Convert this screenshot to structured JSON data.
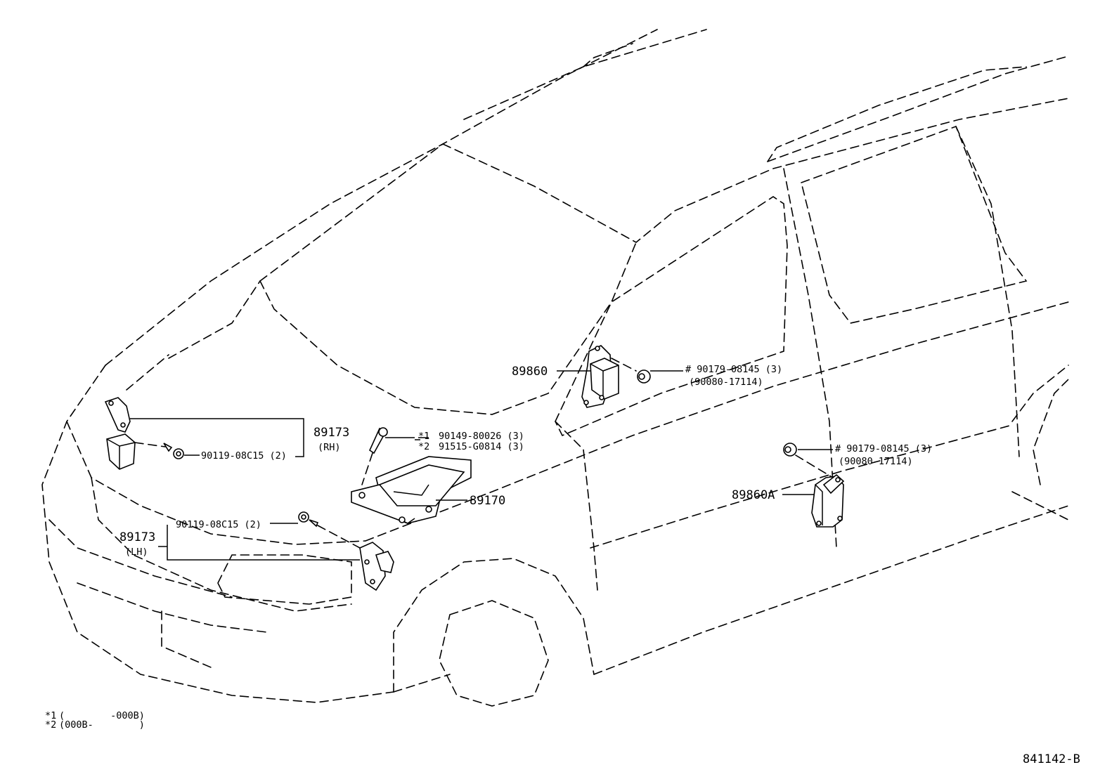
{
  "labels": {
    "p89173_rh_num": "89173",
    "p89173_rh_side": "(RH)",
    "bolt_rh": "90119-08C15 (2)",
    "star1_num": "90149-80026 (3)",
    "star1_mark": "*1",
    "star2_num": "91515-G0814 (3)",
    "star2_mark": "*2",
    "p89170": "89170",
    "bolt_lh": "90119-08C15 (2)",
    "p89173_lh_num": "89173",
    "p89173_lh_side": "(LH)",
    "p89860": "89860",
    "nut_upper": "# 90179-08145 (3)",
    "nut_upper_alt": "(90080-17114)",
    "nut_lower": "# 90179-08145 (3)",
    "nut_lower_alt": "(90080-17114)",
    "p89860a": "89860A"
  },
  "footnotes": {
    "note1_mark": "*1",
    "note1_range": "(        -000B)",
    "note2_mark": "*2",
    "note2_range": "(000B-        )"
  },
  "diagram_code": "841142-B"
}
